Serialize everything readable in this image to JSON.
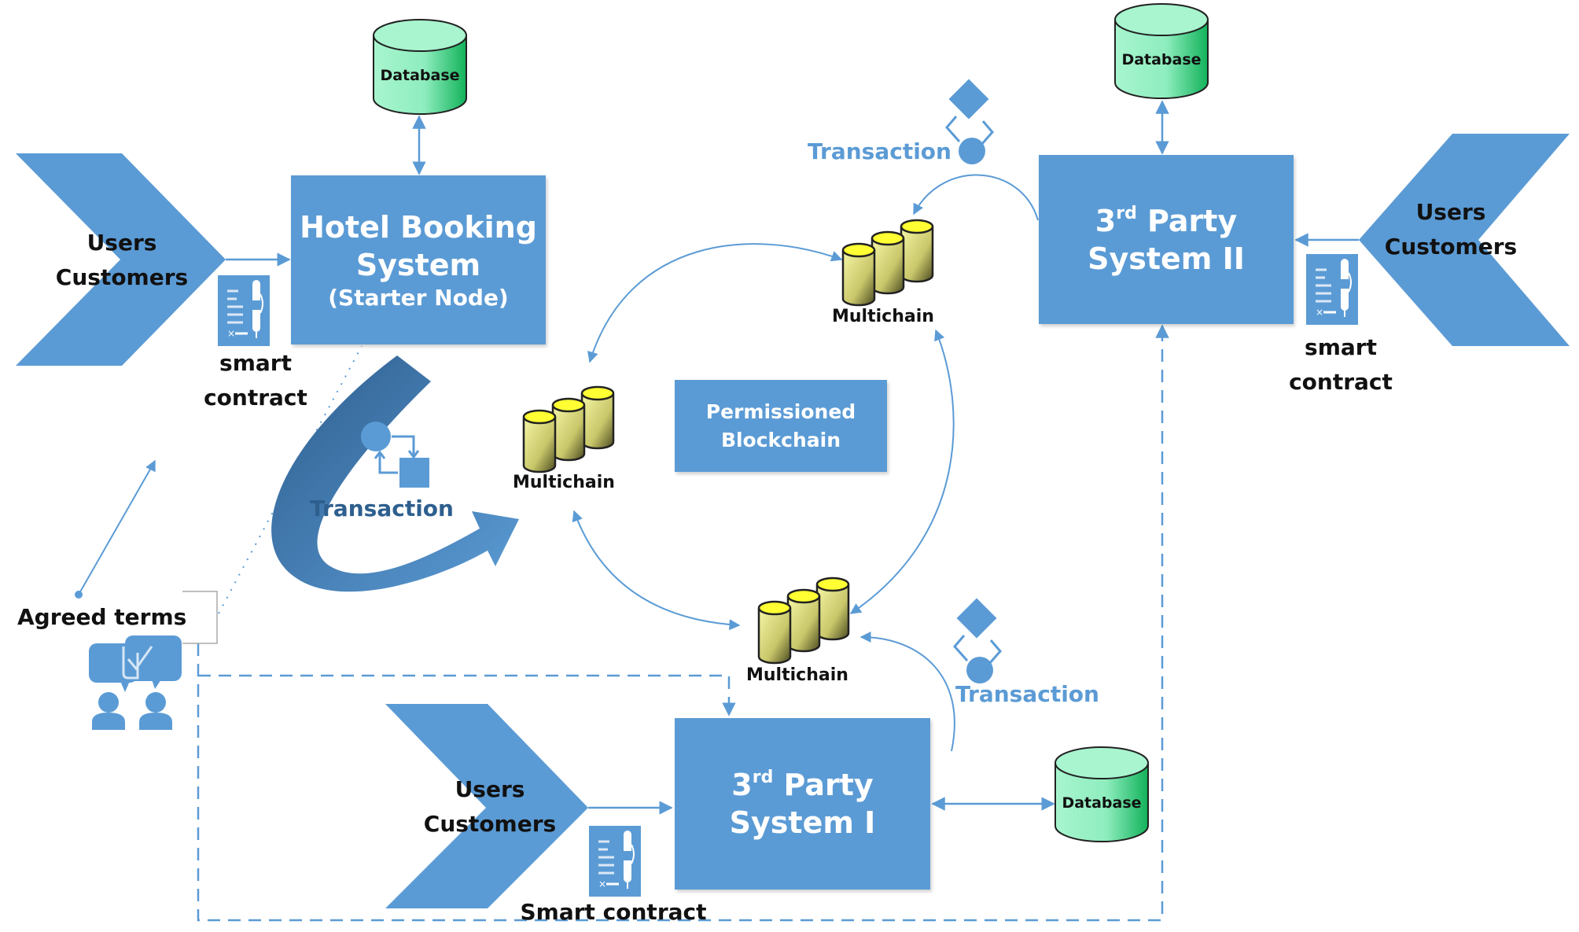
{
  "diagram": {
    "nodes": {
      "hotel_booking": {
        "line1": "Hotel Booking",
        "line2": "System",
        "line3": "(Starter Node)"
      },
      "third_party_1": {
        "prefix": "3",
        "sup": "rd",
        "line1_rest": " Party",
        "line2": "System I"
      },
      "third_party_2": {
        "prefix": "3",
        "sup": "rd",
        "line1_rest": " Party",
        "line2": "System II"
      },
      "permissioned": {
        "line1": "Permissioned",
        "line2": "Blockchain"
      }
    },
    "databases": {
      "top_left": "Database",
      "top_right": "Database",
      "bottom": "Database"
    },
    "multichain": {
      "top": "Multichain",
      "left": "Multichain",
      "bottom": "Multichain"
    },
    "users": {
      "left": {
        "line1": "Users",
        "line2": "Customers"
      },
      "right": {
        "line1": "Users",
        "line2": "Customers"
      },
      "bottom": {
        "line1": "Users",
        "line2": "Customers"
      }
    },
    "smart_contracts": {
      "left": {
        "line1": "smart",
        "line2": "contract"
      },
      "right": {
        "line1": "smart",
        "line2": "contract"
      },
      "bottom": "Smart contract"
    },
    "transactions": {
      "left": "Transaction",
      "top_right": "Transaction",
      "bottom_right": "Transaction"
    },
    "agreed_terms": "Agreed terms",
    "colors": {
      "primary_blue": "#5b9bd5",
      "dark_blue": "#2e5f8e",
      "database_green": "#a8f5cf",
      "multichain_yellow": "#f2f27a"
    }
  }
}
